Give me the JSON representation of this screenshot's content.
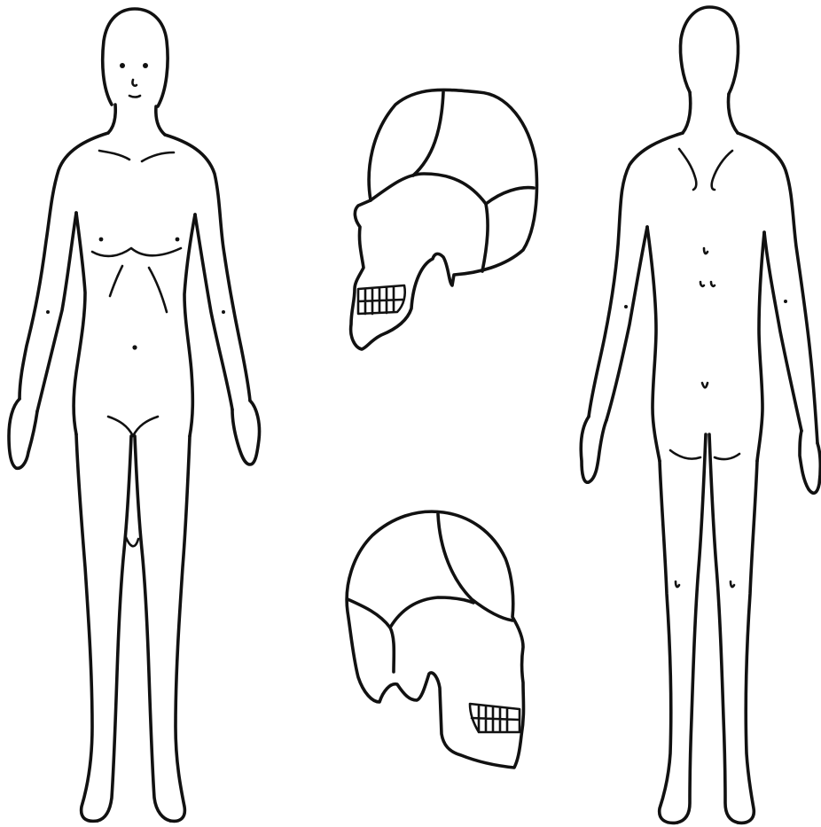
{
  "figure": {
    "views": [
      {
        "id": "anterior-body",
        "icon": "human-body-front-icon"
      },
      {
        "id": "skull-left-lateral",
        "icon": "skull-left-lateral-icon"
      },
      {
        "id": "skull-right-lateral",
        "icon": "skull-right-lateral-icon"
      },
      {
        "id": "posterior-body",
        "icon": "human-body-back-icon"
      }
    ],
    "line_color": "#111111",
    "background": "#ffffff"
  }
}
